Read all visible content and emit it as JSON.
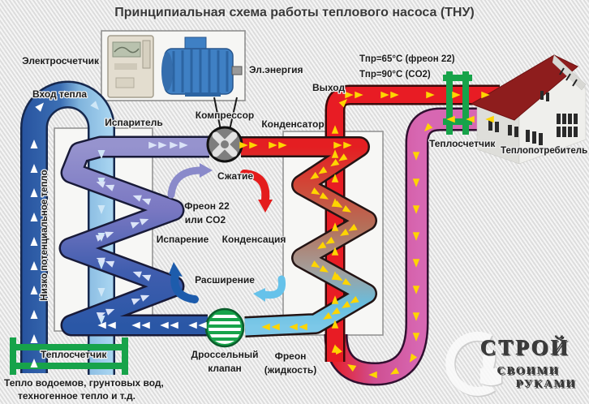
{
  "title": "Принципиальная схема работы теплового насоса (ТНУ)",
  "equipment": {
    "electric_meter": "Электросчетчик",
    "electric_energy": "Эл.энергия"
  },
  "source": {
    "heat_input": "Вход тепла",
    "low_potential": "Низко потенциальное тепло",
    "heat_meter": "Теплосчетчик",
    "types1": "Тепло водоемов, грунтовых вод,",
    "types2": "техногенное тепло и т.д."
  },
  "cycle": {
    "evaporator": "Испаритель",
    "compressor": "Компрессор",
    "condenser": "Конденсатор",
    "compression": "Сжатие",
    "freon1": "Фреон 22",
    "freon2": "или CO2",
    "evaporation": "Испарение",
    "condensation": "Конденсация",
    "expansion": "Расширение",
    "throttle1": "Дроссельный",
    "throttle2": "клапан",
    "liquid1": "Фреон",
    "liquid2": "(жидкость)"
  },
  "output": {
    "outlet": "Выход",
    "temp1": "Тпр=65°С (фреон 22)",
    "temp2": "Тпр=90°С (CO2)",
    "heat_meter": "Теплосчетчик",
    "consumer": "Теплопотребитель"
  },
  "watermark": {
    "l1": "СТРОЙ",
    "l2": "СВОИМИ",
    "l3": "РУКАМИ"
  },
  "colors": {
    "cold_supply": "#27539f",
    "cold_return": "#abd7f2",
    "refrigerant_gas": "#9693ce",
    "hot_gas": "#e81c24",
    "heating_return": "#d767b2",
    "liquid_freon": "#7cc8e8",
    "arrow_yellow": "#fed500",
    "meter_green": "#17a34a"
  }
}
